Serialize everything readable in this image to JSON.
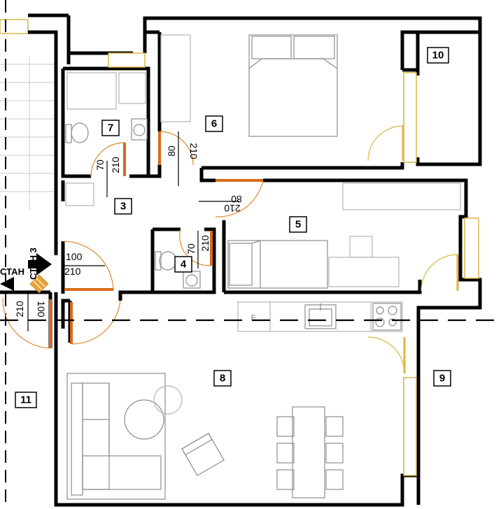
{
  "rooms": {
    "room_3": "3",
    "room_4": "4",
    "room_5": "5",
    "room_6": "6",
    "room_7": "7",
    "room_8": "8",
    "room_9": "9",
    "room_10": "10",
    "room_11": "11"
  },
  "doors": {
    "bath7": {
      "width": "70",
      "height": "210"
    },
    "bed6": {
      "width": "80",
      "height": "210"
    },
    "bed5": {
      "width": "80",
      "height": "210"
    },
    "wc4": {
      "width": "70",
      "height": "210"
    },
    "entry": {
      "width": "100",
      "height": "210"
    },
    "neighbor": {
      "width": "100",
      "height": "210"
    }
  },
  "labels": {
    "stan_left": "СТАН",
    "stan3": "СТАН 3"
  },
  "appliances": {
    "fridge": "F"
  },
  "colors": {
    "wall": "#000000",
    "door_leaf": "#d86a1a",
    "window": "#d6b64a",
    "furniture": "#b5b5b5"
  }
}
